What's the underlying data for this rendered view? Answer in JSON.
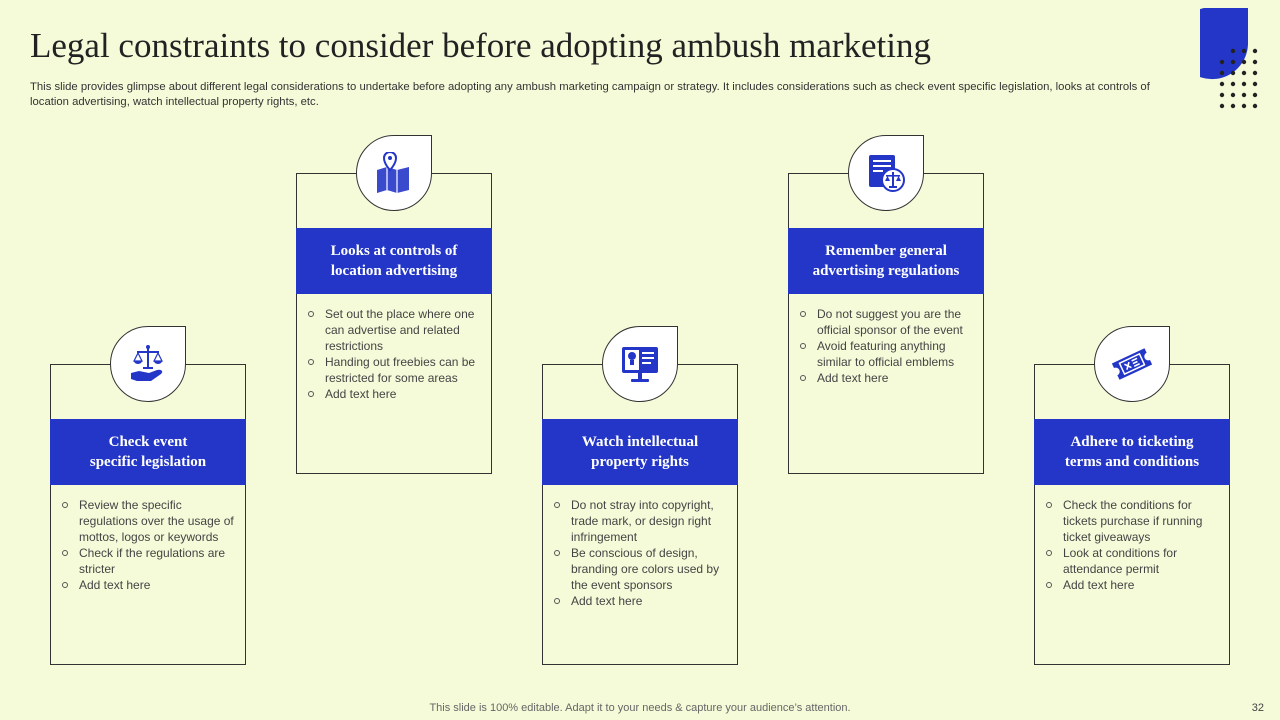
{
  "title": "Legal constraints to consider before adopting ambush marketing",
  "subtitle": "This slide provides glimpse about different legal considerations to undertake before adopting any ambush marketing campaign or strategy. It includes considerations such as check event specific legislation, looks at controls of location advertising, watch intellectual property rights, etc.",
  "colors": {
    "accent": "#2336c8",
    "background": "#f5fbd9"
  },
  "cards": [
    {
      "icon": "scales-hand-icon",
      "title_lines": [
        "Check event",
        "specific legislation"
      ],
      "items": [
        "Review the specific regulations over the usage of mottos, logos or keywords",
        "Check if the regulations are stricter",
        "Add text here"
      ]
    },
    {
      "icon": "location-map-icon",
      "title_lines": [
        "Looks at controls of",
        "location advertising"
      ],
      "items": [
        "Set out the place where one can advertise and related restrictions",
        "Handing out freebies can be restricted for some areas",
        "Add text here"
      ]
    },
    {
      "icon": "intellectual-property-icon",
      "title_lines": [
        "Watch intellectual",
        "property rights"
      ],
      "items": [
        "Do not stray into copyright, trade mark, or design right infringement",
        "Be conscious of design, branding ore colors used by the event sponsors",
        "Add text here"
      ]
    },
    {
      "icon": "legal-document-icon",
      "title_lines": [
        "Remember general",
        "advertising regulations"
      ],
      "items": [
        "Do not suggest you are the official sponsor of the event",
        "Avoid featuring anything similar to official emblems",
        "Add text here"
      ]
    },
    {
      "icon": "ticket-icon",
      "title_lines": [
        "Adhere to ticketing",
        "terms and conditions"
      ],
      "items": [
        "Check the conditions for tickets purchase if running ticket giveaways",
        "Look at conditions for attendance permit",
        "Add text here"
      ]
    }
  ],
  "footer": "This slide is 100% editable. Adapt it to your needs & capture your audience’s attention.",
  "page_number": "32"
}
